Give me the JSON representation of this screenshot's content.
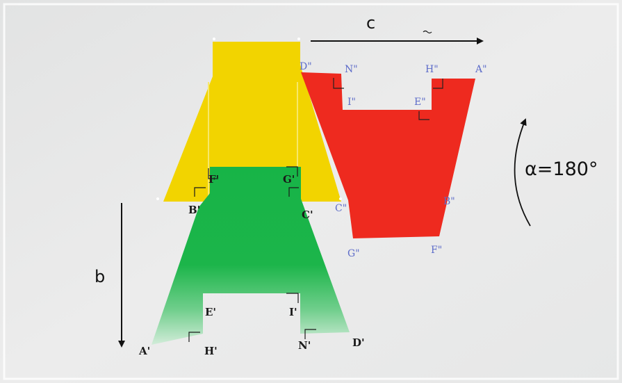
{
  "colors": {
    "background": "#e9eaea",
    "yellow": "#f2d400",
    "red": "#ee2a1f",
    "green": "#17b447",
    "label_green": "#1a1a1a",
    "label_red": "#5d6cc9"
  },
  "vectors": {
    "c_label": "c",
    "b_label": "b"
  },
  "rotation": {
    "label": "α=180°"
  },
  "green_labels": {
    "F": "F'",
    "G": "G'",
    "B": "B'",
    "C": "C'",
    "E": "E'",
    "I": "I'",
    "A": "A'",
    "H": "H'",
    "N": "N'",
    "D": "D'"
  },
  "red_labels": {
    "D": "D\"",
    "N": "N\"",
    "H": "H\"",
    "A": "A\"",
    "I": "I\"",
    "E": "E\"",
    "C": "C\"",
    "B": "B\"",
    "G": "G\"",
    "F": "F\""
  }
}
